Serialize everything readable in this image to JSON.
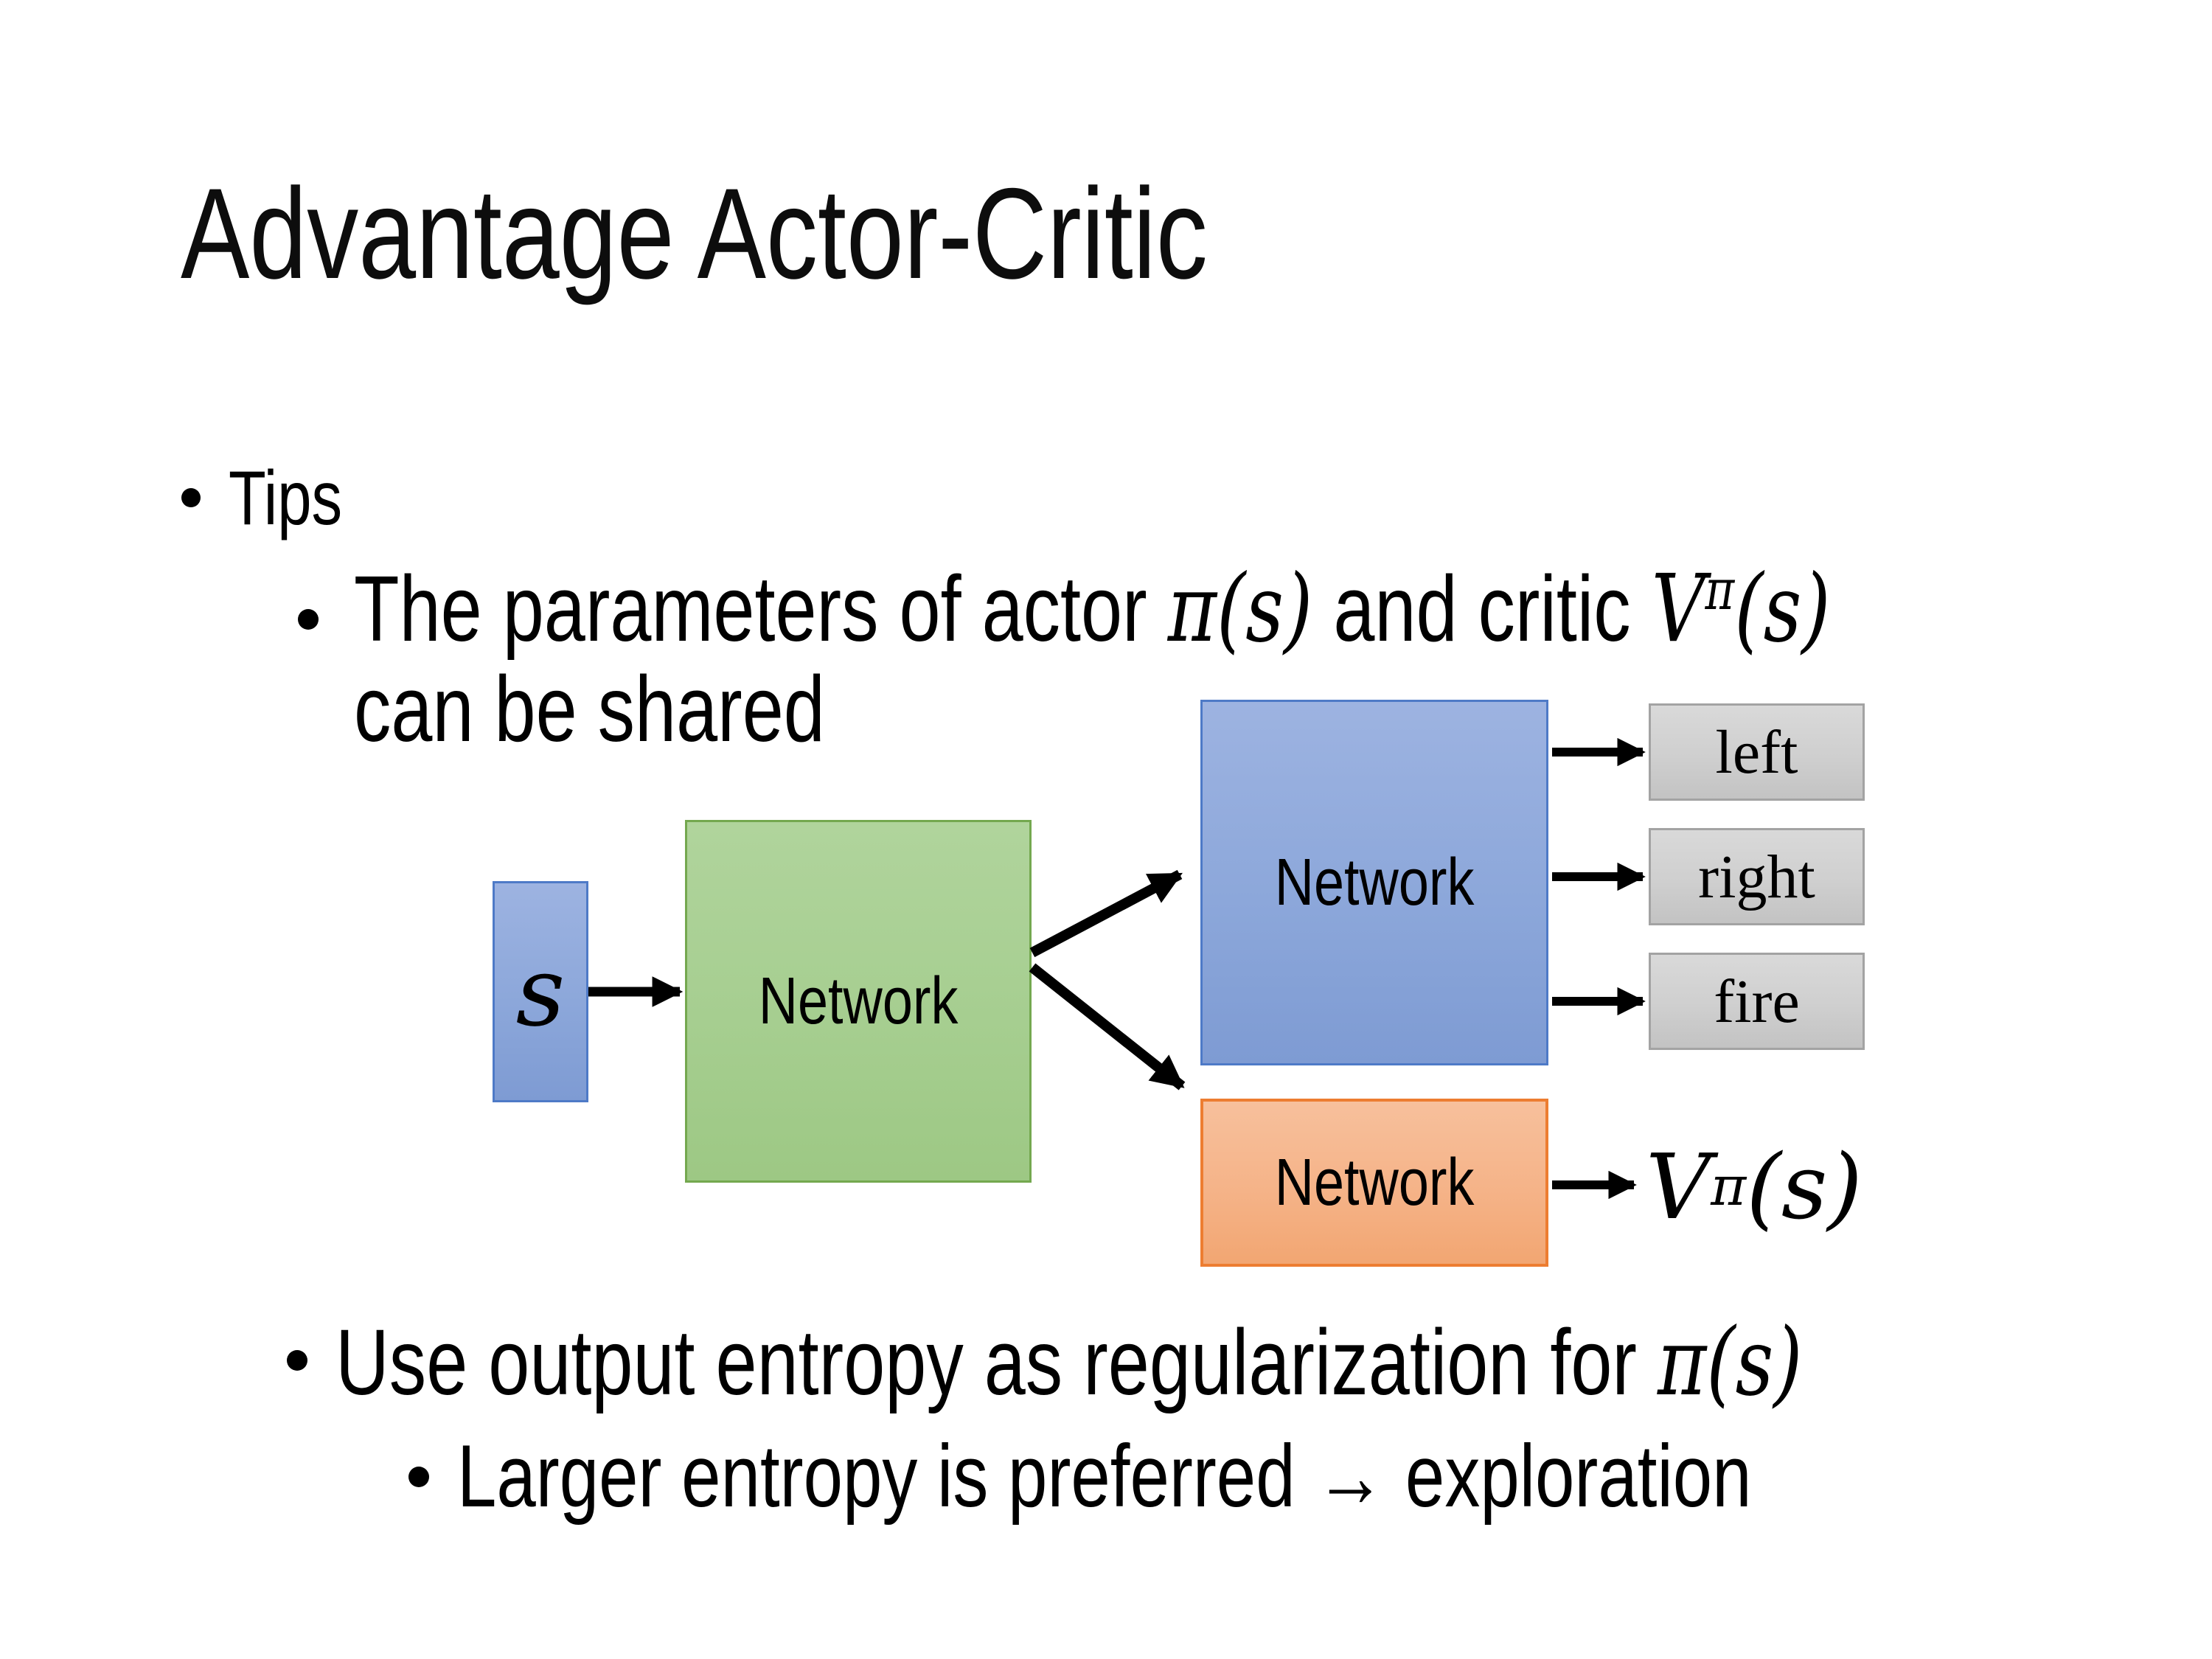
{
  "slide": {
    "title": "Advantage Actor-Critic",
    "bullets": {
      "tips_label": "Tips",
      "sub1_part1": "The parameters of actor ",
      "sub1_math1": {
        "base": "π",
        "arg": "(s)"
      },
      "sub1_part2": "  and critic ",
      "sub1_math2": {
        "base": "V",
        "sup": "π",
        "arg": "(s)"
      },
      "sub1_line2": "can be shared",
      "sub2_part1": "Use output entropy as regularization for ",
      "sub2_math": {
        "base": "π",
        "arg": "(s)"
      },
      "sub3_text": "Larger entropy is preferred → exploration"
    }
  },
  "diagram": {
    "input_label": "s",
    "shared_network_label": "Network",
    "actor_network_label": "Network",
    "critic_network_label": "Network",
    "actions": [
      "left",
      "right",
      "fire"
    ],
    "value_output": {
      "base": "V",
      "sup": "π",
      "arg": "(s)"
    },
    "colors": {
      "state_box_fill": "#8FAADC",
      "state_box_border": "#4E7AC7",
      "shared_box_fill": "#A9D18E",
      "shared_box_border": "#74A84F",
      "actor_box_fill": "#8FAADC",
      "actor_box_border": "#4E7AC7",
      "critic_box_fill": "#F4B183",
      "critic_box_border": "#ED7D31",
      "action_box_fill": "#CFCFCF",
      "action_box_border": "#A3A3A3",
      "arrow_color": "#000000",
      "text_color": "#000000",
      "background": "#FFFFFF"
    }
  }
}
